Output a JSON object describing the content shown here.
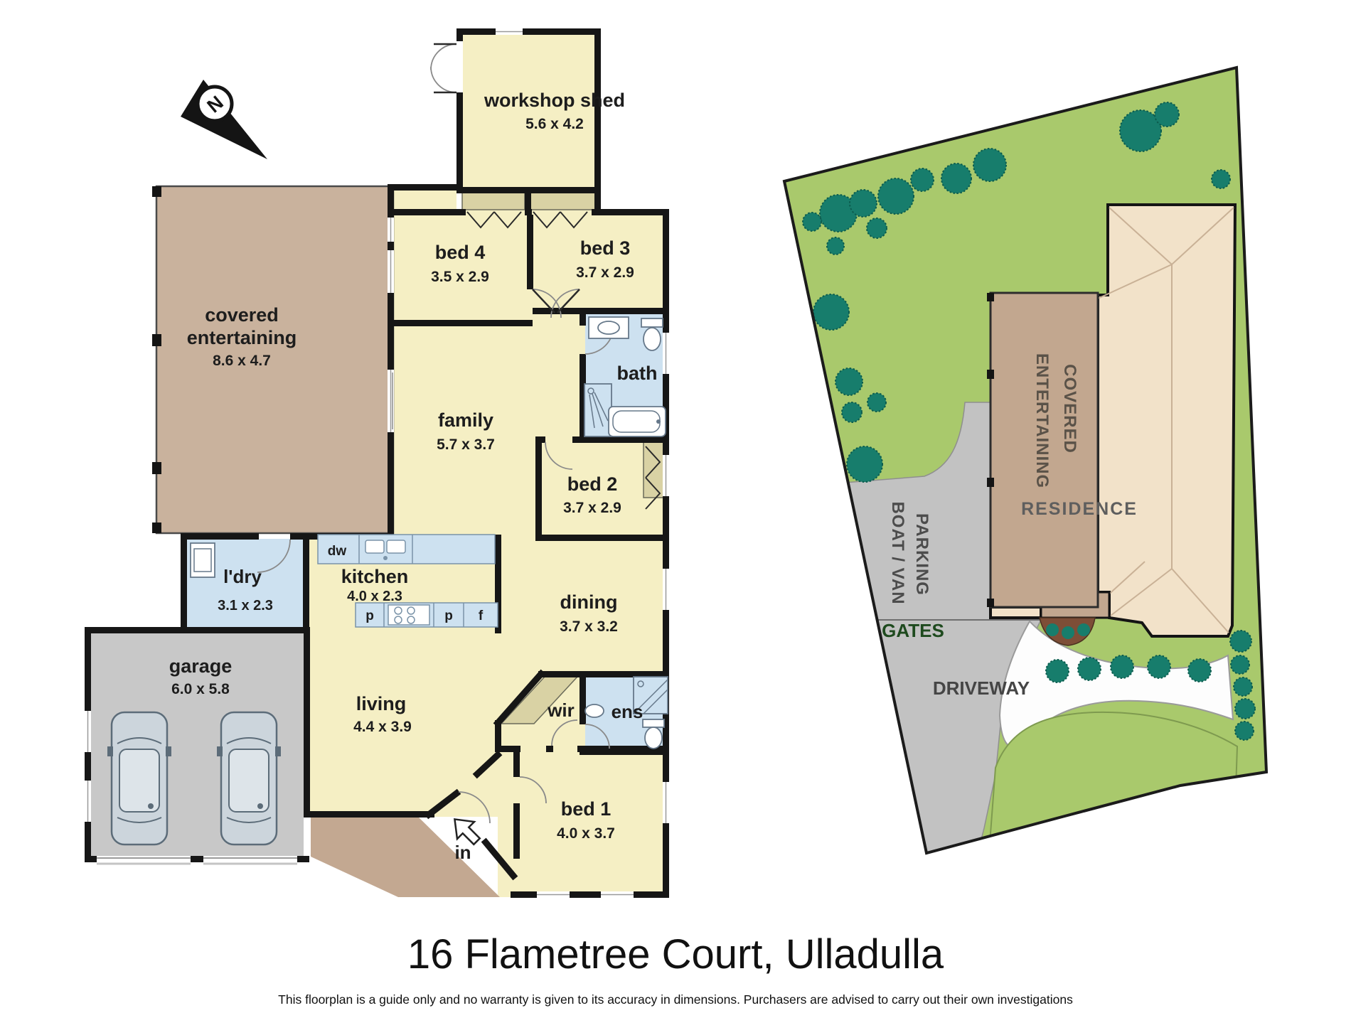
{
  "page": {
    "title": "16 Flametree Court, Ulladulla",
    "disclaimer": "This floorplan is a guide only and no warranty is given to its accuracy in dimensions. Purchasers are advised to carry out their own investigations"
  },
  "compass": {
    "north": "N"
  },
  "floorplan": {
    "rooms": {
      "workshop": {
        "name": "workshop shed",
        "dims": "5.6 x 4.2"
      },
      "bed4": {
        "name": "bed 4",
        "dims": "3.5 x 2.9"
      },
      "bed3": {
        "name": "bed 3",
        "dims": "3.7 x 2.9"
      },
      "bath": {
        "name": "bath"
      },
      "covered": {
        "name1": "covered",
        "name2": "entertaining",
        "dims": "8.6 x 4.7"
      },
      "family": {
        "name": "family",
        "dims": "5.7 x 3.7"
      },
      "bed2": {
        "name": "bed 2",
        "dims": "3.7 x 2.9"
      },
      "ldry": {
        "name": "l'dry",
        "dims": "3.1 x 2.3"
      },
      "kitchen": {
        "name": "kitchen",
        "dims": "4.0 x 2.3"
      },
      "dining": {
        "name": "dining",
        "dims": "3.7 x 3.2"
      },
      "garage": {
        "name": "garage",
        "dims": "6.0 x 5.8"
      },
      "living": {
        "name": "living",
        "dims": "4.4 x 3.9"
      },
      "wir": {
        "name": "wir"
      },
      "ens": {
        "name": "ens"
      },
      "bed1": {
        "name": "bed 1",
        "dims": "4.0 x 3.7"
      },
      "entry": {
        "name": "in"
      }
    },
    "kitchen_labels": {
      "dw": "dw",
      "p1": "p",
      "p2": "p",
      "f": "f"
    }
  },
  "siteplan": {
    "labels": {
      "covered_line1": "COVERED",
      "covered_line2": "ENTERTAINING",
      "residence": "RESIDENCE",
      "boat_line1": "BOAT / VAN",
      "boat_line2": "PARKING",
      "gates": "GATES",
      "driveway": "DRIVEWAY"
    }
  },
  "colors": {
    "wall": "#161616",
    "room_yellow": "#f5efc4",
    "wet_blue": "#cde1f0",
    "tan_covered": "#c9b29d",
    "tan_porch": "#c3a891",
    "khaki_robe": "#d9d2a4",
    "garage_gray": "#c8c8c8",
    "site_green": "#a9c96c",
    "tree_teal": "#177d6c",
    "residence_fill": "#f2e2c9",
    "path_gray": "#c2c2c2",
    "roof_line": "#c9b196"
  }
}
